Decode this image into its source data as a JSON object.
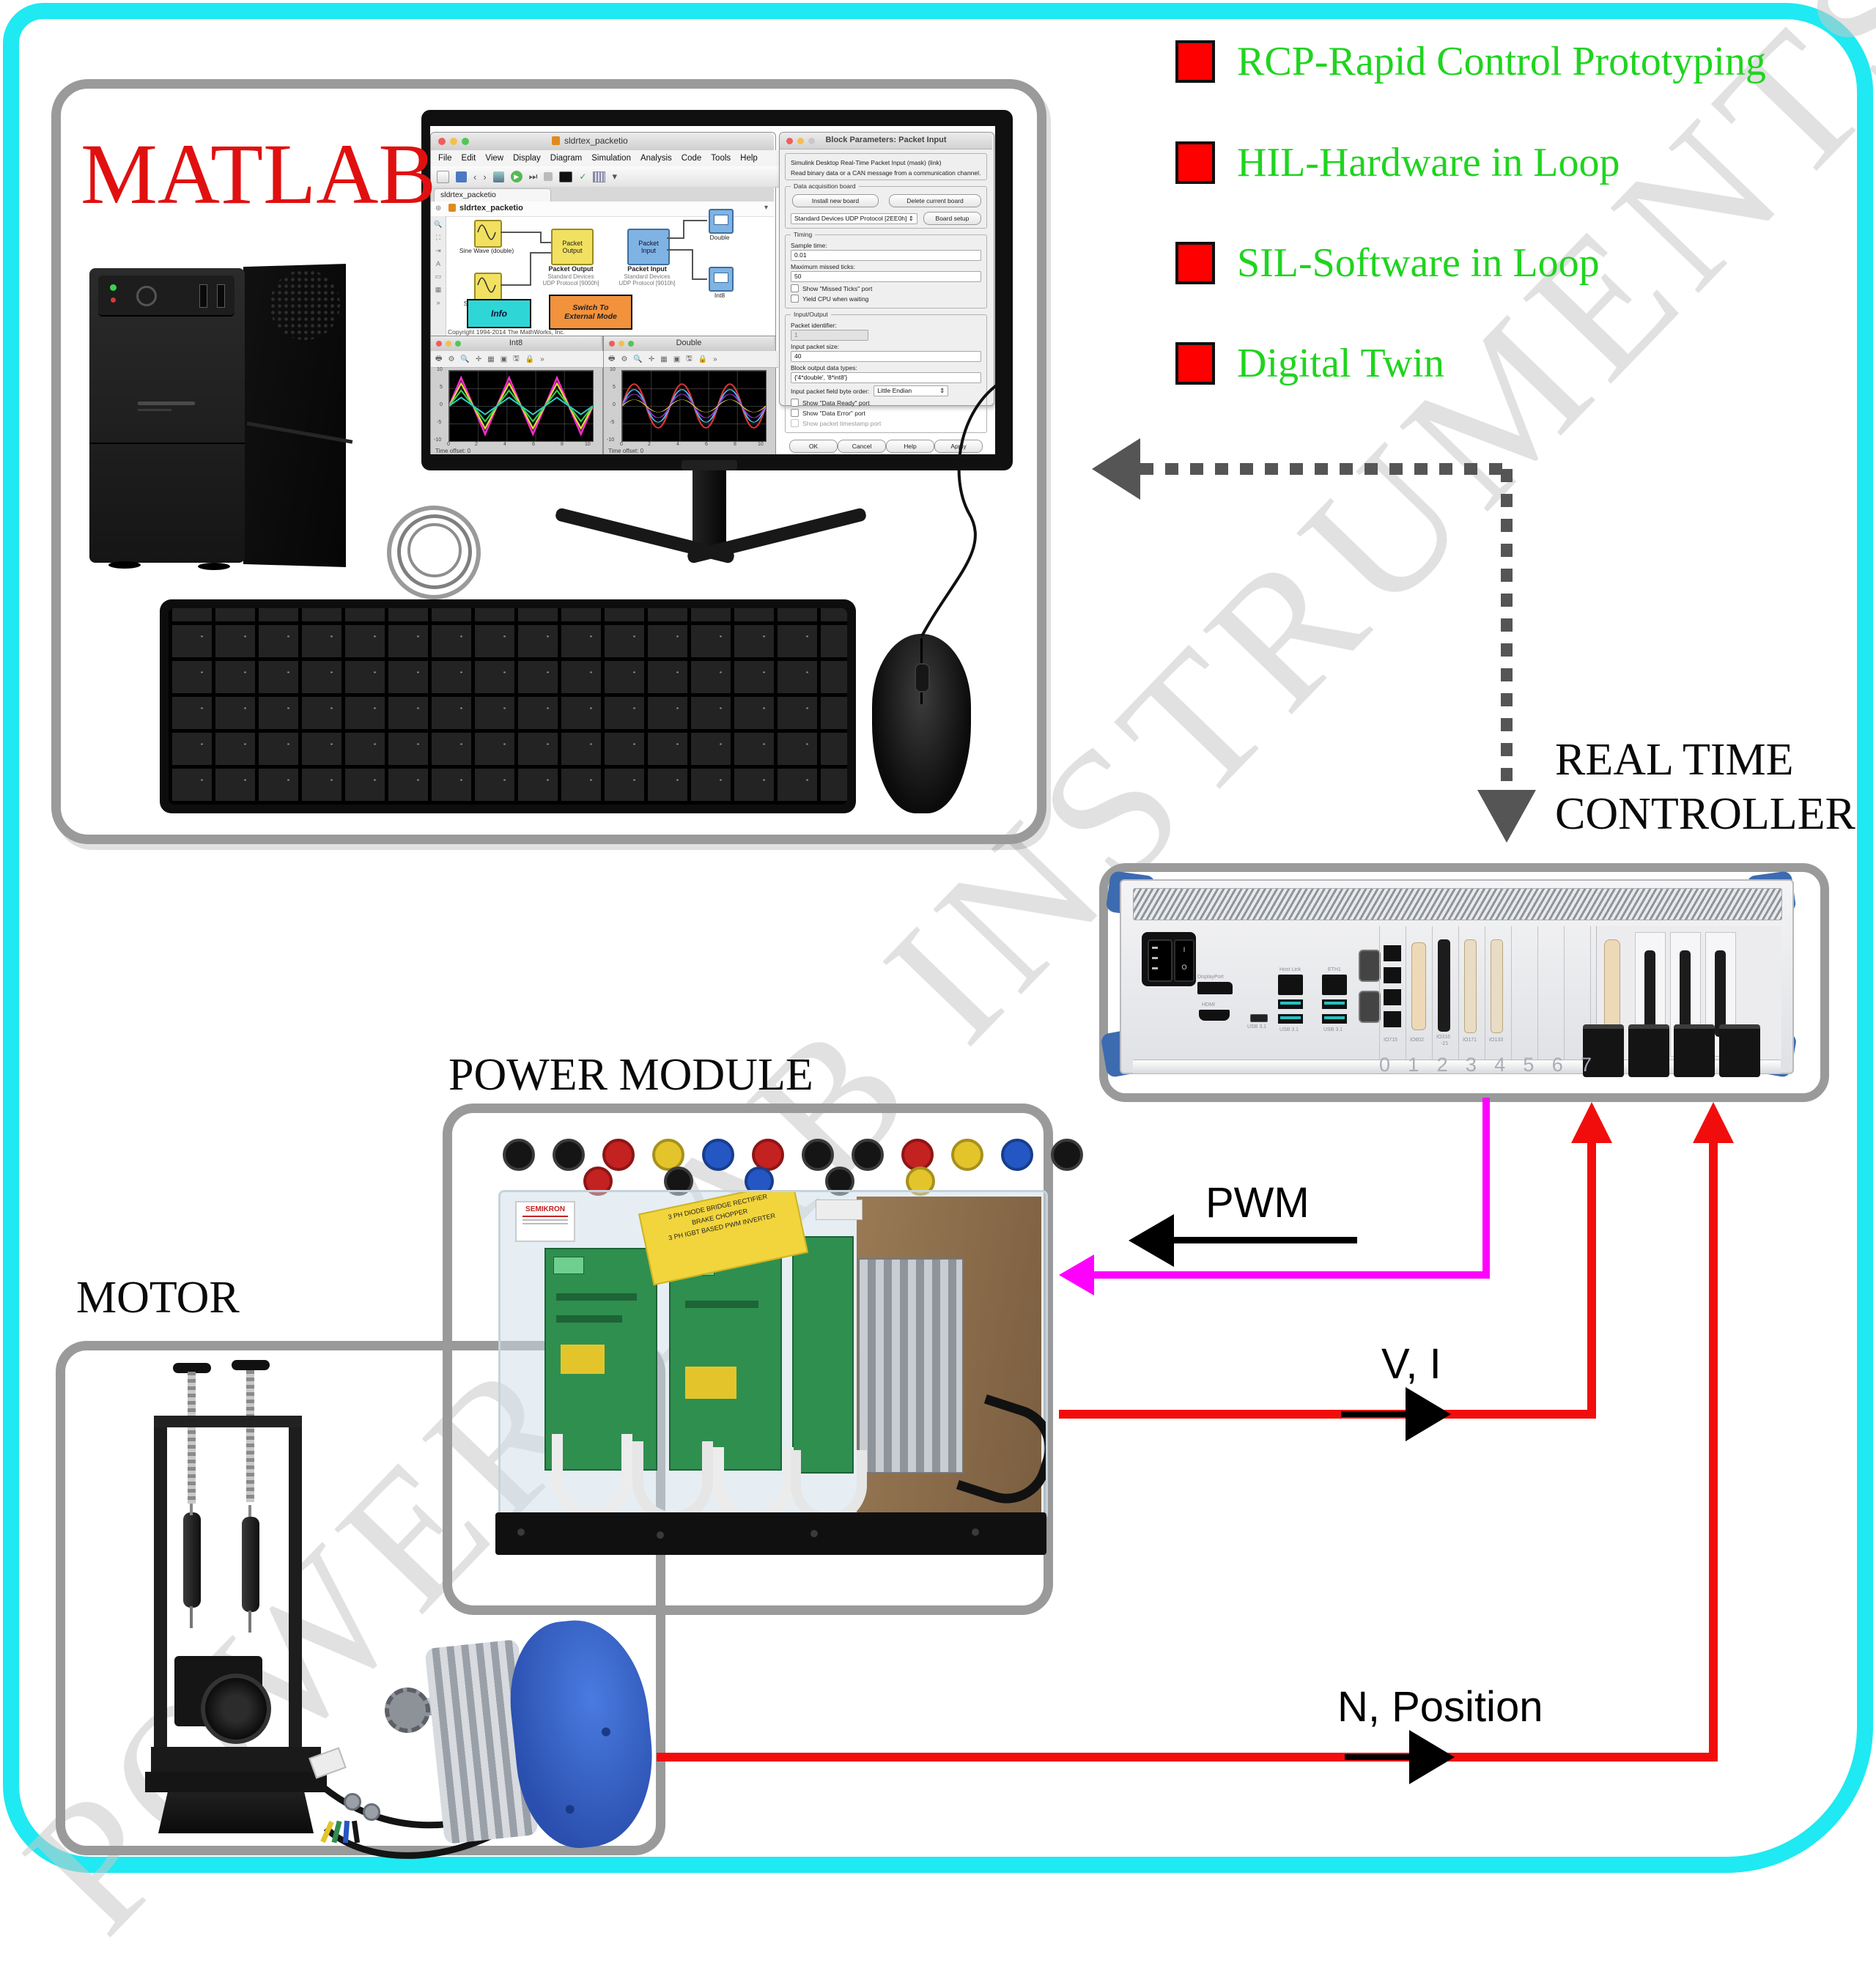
{
  "watermark": {
    "text": "POWER LAB INSTRUMENTS"
  },
  "legend": {
    "items": [
      {
        "label": "RCP-Rapid Control Prototyping"
      },
      {
        "label": "HIL-Hardware in Loop"
      },
      {
        "label": "SIL-Software in Loop"
      },
      {
        "label": "Digital Twin"
      }
    ],
    "bullet_color": "#FF0000",
    "text_color": "#1FD41F"
  },
  "matlab": {
    "title": "MATLAB"
  },
  "simulink": {
    "editor": {
      "window_title": "sldrtex_packetio",
      "menu": [
        "File",
        "Edit",
        "View",
        "Display",
        "Diagram",
        "Simulation",
        "Analysis",
        "Code",
        "Tools",
        "Help"
      ],
      "tab": "sldrtex_packetio",
      "breadcrumb": "sldrtex_packetio",
      "blocks": {
        "sine1": "Sine Wave (double)",
        "sine2": "Sine Wave (int8)",
        "packet_output_line1": "Packet",
        "packet_output_line2": "Output",
        "packet_output_name": "Packet Output",
        "packet_output_sub1": "Standard Devices",
        "packet_output_sub2": "UDP Protocol [9000h]",
        "packet_input_line1": "Packet",
        "packet_input_line2": "Input",
        "packet_input_name": "Packet Input",
        "packet_input_sub1": "Standard Devices",
        "packet_input_sub2": "UDP Protocol [9010h]",
        "double": "Double",
        "int8": "Int8",
        "info": "Info",
        "switch_line1": "Switch To",
        "switch_line2": "External Mode"
      },
      "copyright": "Copyright 1994-2014 The MathWorks, Inc."
    },
    "dialog": {
      "title": "Block Parameters: Packet Input",
      "mask_line": "Simulink Desktop Real-Time Packet Input (mask) (link)",
      "description": "Read binary data or a CAN message from a communication channel.",
      "daq_group": "Data acquisition board",
      "install_button": "Install new board",
      "delete_button": "Delete current board",
      "board_select": "Standard Devices UDP Protocol [2EE0h]",
      "board_setup_button": "Board setup",
      "timing_group": "Timing",
      "sample_time_label": "Sample time:",
      "sample_time_value": "0.01",
      "missed_ticks_label": "Maximum missed ticks:",
      "missed_ticks_value": "50",
      "show_missed_ticks": "Show \"Missed Ticks\" port",
      "yield_cpu": "Yield CPU when waiting",
      "io_group": "Input/Output",
      "packet_id_label": "Packet identifier:",
      "packet_id_value": "1",
      "packet_size_label": "Input packet size:",
      "packet_size_value": "40",
      "data_types_label": "Block output data types:",
      "data_types_value": "{'4*double', '8*int8'}",
      "byte_order_label": "Input packet field byte order:",
      "byte_order_value": "Little Endian",
      "show_data_ready": "Show \"Data Ready\" port",
      "show_data_error": "Show \"Data Error\" port",
      "show_timestamp": "Show packet timestamp port",
      "ok": "OK",
      "cancel": "Cancel",
      "help": "Help",
      "apply": "Apply"
    },
    "scopes": {
      "scope1_title": "Int8",
      "scope2_title": "Double",
      "y_ticks": [
        "10",
        "5",
        "0",
        "-5",
        "-10"
      ],
      "x_ticks": [
        "0",
        "2",
        "4",
        "6",
        "8",
        "10"
      ],
      "time_offset": "Time offset:   0"
    }
  },
  "controller": {
    "label_line1": "REAL TIME",
    "label_line2": "CONTROLLER",
    "slot_numbers": [
      "0",
      "1",
      "2",
      "3",
      "4",
      "5",
      "6",
      "7"
    ],
    "cards": {
      "c1": "IO715",
      "c2": "IO602",
      "c3a": "IO316",
      "c3b": "-21",
      "c4": "IO171",
      "c5": "IO133"
    },
    "ports": {
      "displayport": "DisplayPort",
      "hdmi": "HDMI",
      "usb31": "USB 3.1",
      "host_link": "Host Link",
      "eth": "ETH1"
    }
  },
  "power_module": {
    "label": "POWER MODULE",
    "brand": "SEMIKRON",
    "sticker_lines": [
      "3 PH DIODE BRIDGE RECTIFIER",
      "BRAKE CHOPPER",
      "3 PH IGBT BASED PWM INVERTER"
    ]
  },
  "motor": {
    "label": "MOTOR"
  },
  "signals": {
    "pwm": "PWM",
    "vi": "V, I",
    "n_position": "N, Position"
  },
  "colors": {
    "frame_cyan": "#1FE9F2",
    "legend_green": "#1FD41F",
    "matlab_red": "#E01010",
    "magenta": "#FF00FF",
    "signal_red": "#F20D0D",
    "box_gray": "#9A9A9A",
    "arrow_gray": "#555555"
  }
}
